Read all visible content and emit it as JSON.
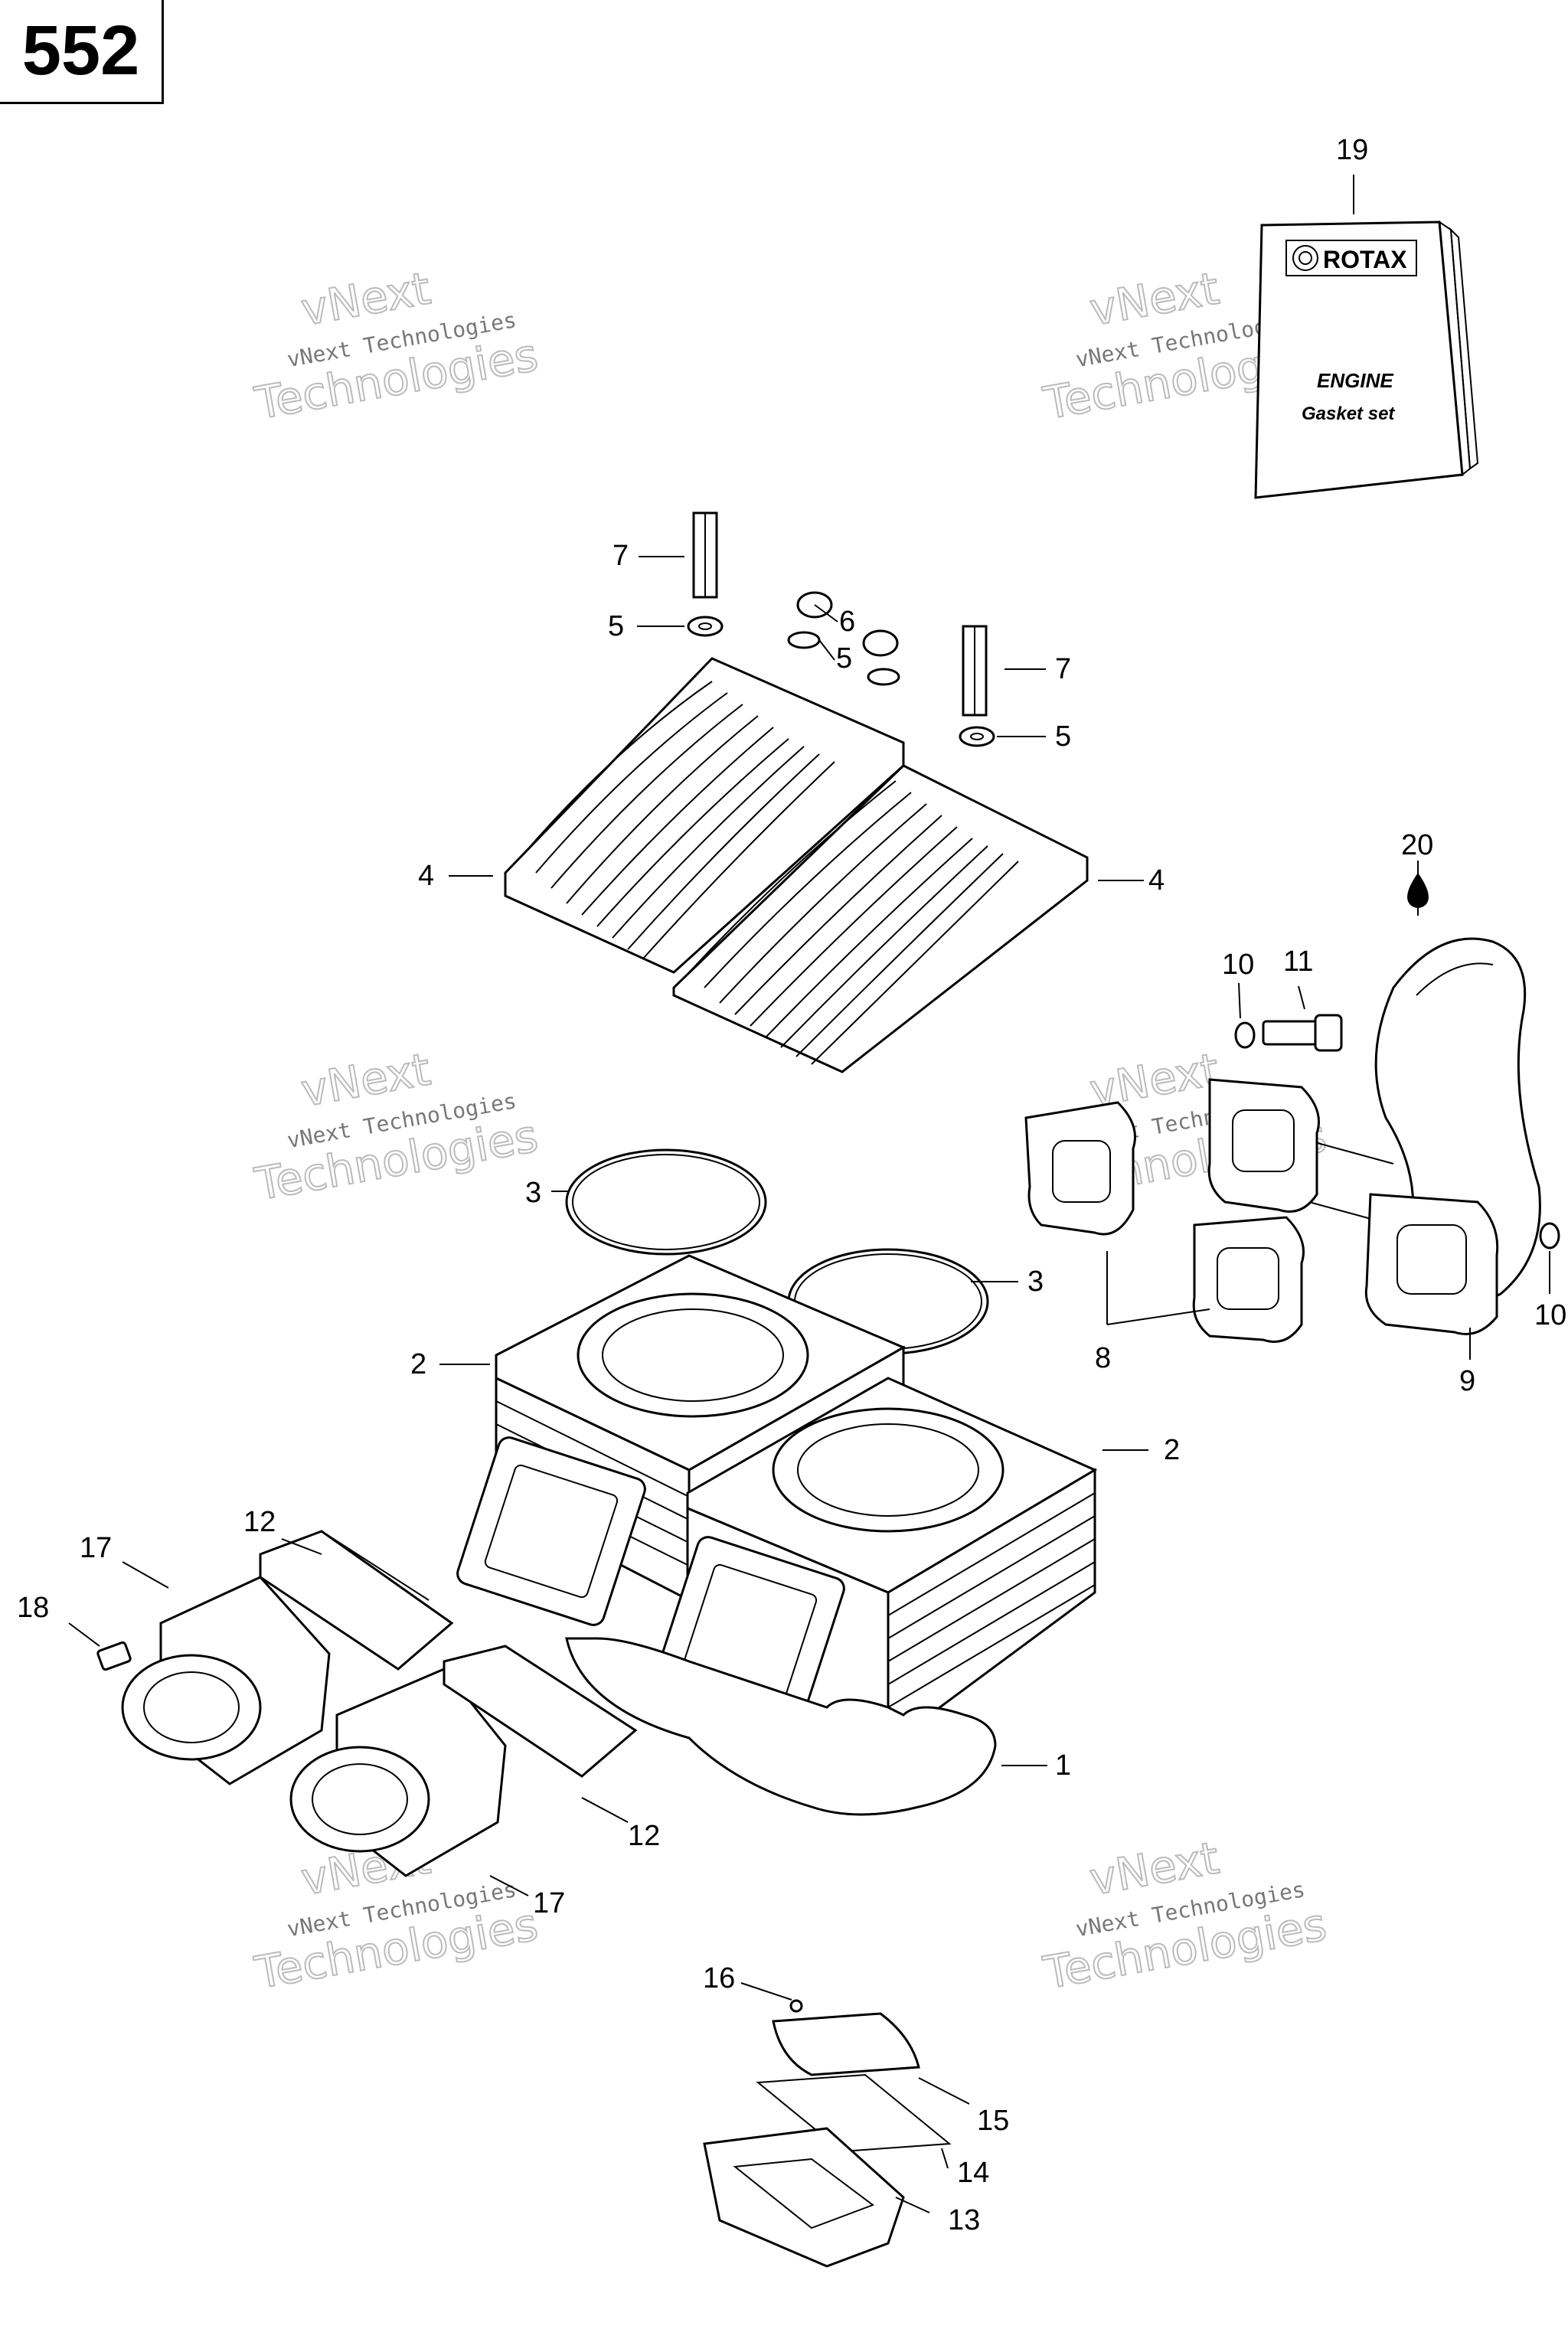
{
  "page_number": "552",
  "booklet": {
    "brand": "ROTAX",
    "line1": "ENGINE",
    "line2": "Gasket set"
  },
  "watermark": {
    "line_small": "vNext Technologies",
    "line_big_top": "vNext",
    "line_big_bottom": "Technologies"
  },
  "callouts": [
    {
      "id": "c19",
      "label": "19"
    },
    {
      "id": "c7a",
      "label": "7"
    },
    {
      "id": "c5a",
      "label": "5"
    },
    {
      "id": "c6",
      "label": "6"
    },
    {
      "id": "c5b",
      "label": "5"
    },
    {
      "id": "c7b",
      "label": "7"
    },
    {
      "id": "c5c",
      "label": "5"
    },
    {
      "id": "c4a",
      "label": "4"
    },
    {
      "id": "c4b",
      "label": "4"
    },
    {
      "id": "c20",
      "label": "20"
    },
    {
      "id": "c10a",
      "label": "10"
    },
    {
      "id": "c11",
      "label": "11"
    },
    {
      "id": "c3a",
      "label": "3"
    },
    {
      "id": "c3b",
      "label": "3"
    },
    {
      "id": "c2a",
      "label": "2"
    },
    {
      "id": "c2b",
      "label": "2"
    },
    {
      "id": "c8",
      "label": "8"
    },
    {
      "id": "c9",
      "label": "9"
    },
    {
      "id": "c10b",
      "label": "10"
    },
    {
      "id": "c12a",
      "label": "12"
    },
    {
      "id": "c17a",
      "label": "17"
    },
    {
      "id": "c18",
      "label": "18"
    },
    {
      "id": "c1",
      "label": "1"
    },
    {
      "id": "c12b",
      "label": "12"
    },
    {
      "id": "c17b",
      "label": "17"
    },
    {
      "id": "c16",
      "label": "16"
    },
    {
      "id": "c15",
      "label": "15"
    },
    {
      "id": "c14",
      "label": "14"
    },
    {
      "id": "c13",
      "label": "13"
    }
  ]
}
